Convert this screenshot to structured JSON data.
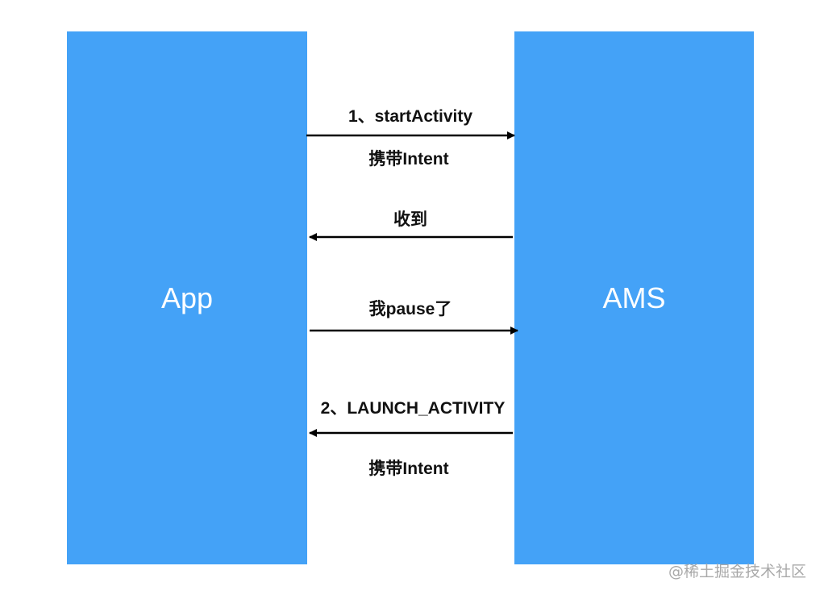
{
  "participants": {
    "app": "App",
    "ams": "AMS"
  },
  "messages": [
    {
      "label": "1、startActivity",
      "sublabel": "携带Intent",
      "direction": "to-ams"
    },
    {
      "label": "收到",
      "direction": "to-app"
    },
    {
      "label": "我pause了",
      "direction": "to-ams"
    },
    {
      "label": "2、LAUNCH_ACTIVITY",
      "sublabel": "携带Intent",
      "direction": "to-app"
    }
  ],
  "watermark": "@稀土掘金技术社区",
  "colors": {
    "box_fill": "#44A2F7",
    "box_text": "#FFFFFF",
    "arrow": "#000000",
    "watermark": "#A9A9A9"
  }
}
